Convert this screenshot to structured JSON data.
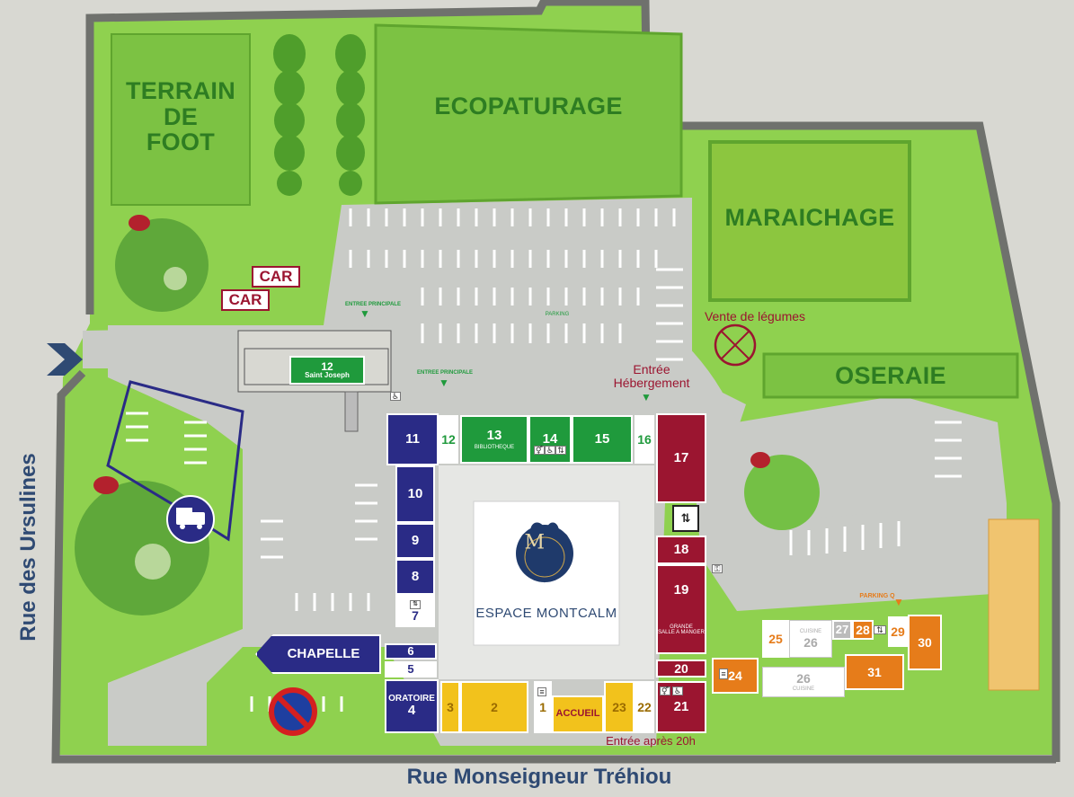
{
  "streets": {
    "west": "Rue des Ursulines",
    "south": "Rue Monseigneur Tréhiou"
  },
  "areas": {
    "foot": "TERRAIN\nDE\nFOOT",
    "ecopaturage": "ECOPATURAGE",
    "maraichage": "MARAICHAGE",
    "oseraie": "OSERAIE"
  },
  "labels": {
    "car_1": "CAR",
    "car_2": "CAR",
    "vente": "Vente de légumes",
    "entree_principale_1": "ENTREE PRINCIPALE",
    "entree_principale_2": "ENTREE PRINCIPALE",
    "entree_hebergement": "Entrée\nHébergement",
    "entree_apres": "Entrée après 20h",
    "parking": "PARKING",
    "parking_q": "PARKING Q",
    "chapelle": "CHAPELLE",
    "oratoire": "ORATOIRE",
    "accueil": "ACCUEIL",
    "logo_text": "ESPACE MONTCALM",
    "logo_letter": "M",
    "bibliotheque": "BIBLIOTHEQUE",
    "grande_salle": "GRANDE\nSALLE A MANGER",
    "cuisine_1": "CUISINE",
    "cuisine_2": "CUISINE",
    "saint_joseph": "Saint Joseph"
  },
  "rooms": {
    "r1": "1",
    "r2": "2",
    "r3": "3",
    "r4": "4",
    "r5": "5",
    "r6": "6",
    "r7": "7",
    "r8": "8",
    "r9": "9",
    "r10": "10",
    "r11": "11",
    "r12": "12",
    "r12b": "12",
    "r13": "13",
    "r14": "14",
    "r15": "15",
    "r16": "16",
    "r17": "17",
    "r18": "18",
    "r19": "19",
    "r20": "20",
    "r21": "21",
    "r22": "22",
    "r23": "23",
    "r24": "24",
    "r25": "25",
    "r26a": "26",
    "r26b": "26",
    "r27": "27",
    "r28": "28",
    "r29": "29",
    "r30": "30",
    "r31": "31"
  },
  "colors": {
    "grass": "#8fd14f",
    "field": "#7cc243",
    "road": "#c9cbc7",
    "wall": "#6f716d",
    "navy": "#2a2b86",
    "green": "#1f9a3c",
    "maroon": "#9b1530",
    "yellow": "#f2c21c",
    "orange": "#e67c1a"
  },
  "icons": [
    "camper-icon",
    "no-parking-icon",
    "entrance-arrow-icon",
    "elevator-icon",
    "restroom-icon",
    "accessible-icon",
    "stairs-icon",
    "vegetable-stand-icon",
    "logo-m-icon"
  ]
}
